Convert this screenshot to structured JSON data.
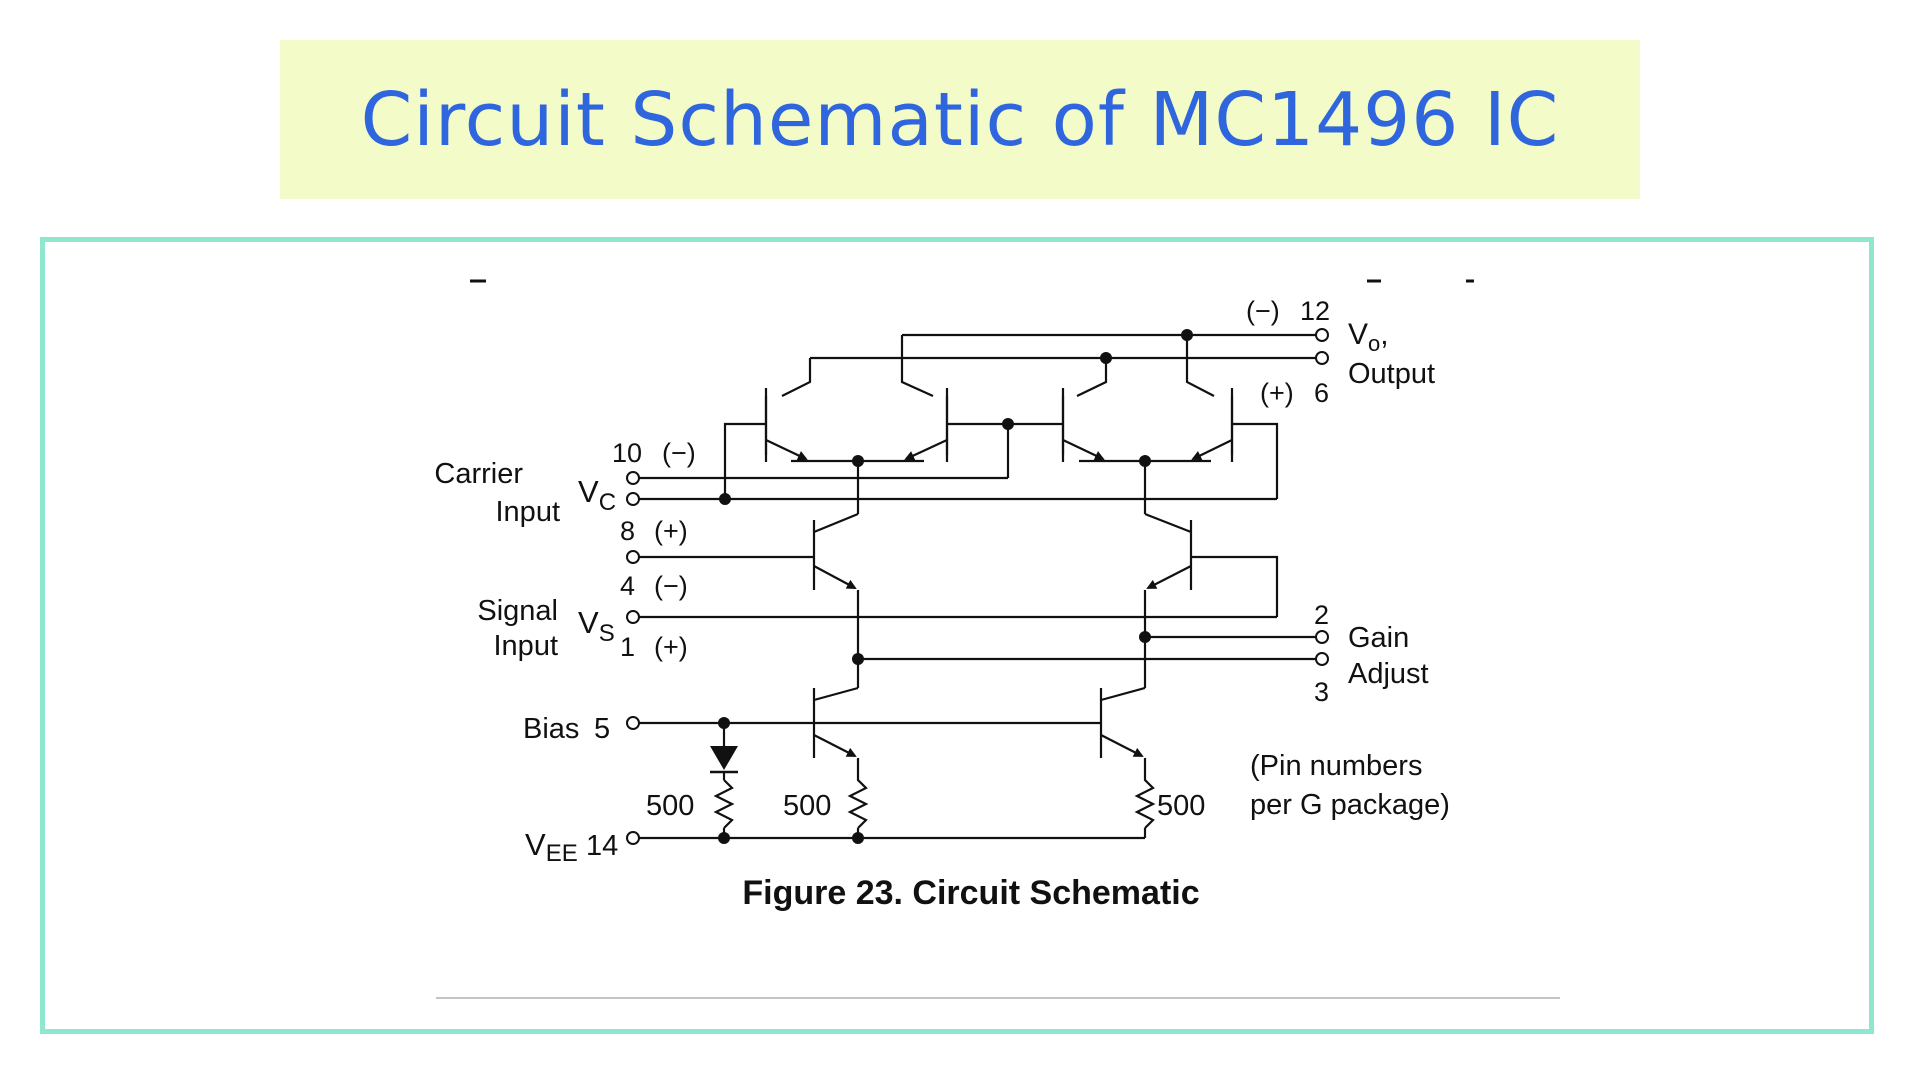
{
  "slide": {
    "title": "Circuit Schematic of MC1496 IC"
  },
  "schematic": {
    "caption": "Figure 23. Circuit Schematic",
    "carrier_label_1": "Carrier",
    "carrier_label_2": "Input",
    "vc_label": "V",
    "vc_sub": "C",
    "pin10": "10",
    "pin10_sign": "(−)",
    "pin8": "8",
    "pin8_sign": "(+)",
    "pin4": "4",
    "pin4_sign": "(−)",
    "pin1": "1",
    "pin1_sign": "(+)",
    "signal_label_1": "Signal",
    "signal_label_2": "Input",
    "vs_label": "V",
    "vs_sub": "S",
    "bias_label": "Bias",
    "pin5": "5",
    "vee_label": "V",
    "vee_sub": "EE",
    "pin14": "14",
    "res1": "500",
    "res2": "500",
    "res3": "500",
    "pin12_sign": "(−)",
    "pin12": "12",
    "vo_label": "V",
    "vo_sub": "o",
    "vo_comma": ",",
    "output_label": "Output",
    "pin6_sign": "(+)",
    "pin6": "6",
    "pin2": "2",
    "pin3": "3",
    "gain_label": "Gain",
    "adjust_label": "Adjust",
    "note_1": "(Pin numbers",
    "note_2": "per G package)"
  }
}
